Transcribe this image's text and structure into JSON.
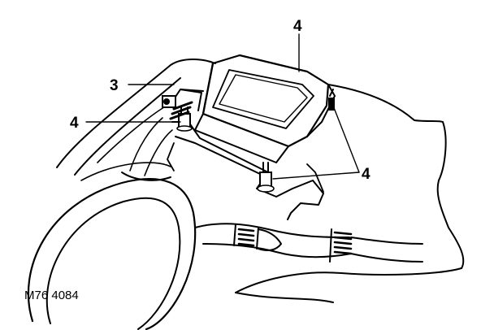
{
  "figure_ref": "M76 4084",
  "callouts": [
    "4",
    "3",
    "4",
    "4"
  ],
  "colors": {
    "ink": "#000000",
    "paper": "#ffffff"
  }
}
